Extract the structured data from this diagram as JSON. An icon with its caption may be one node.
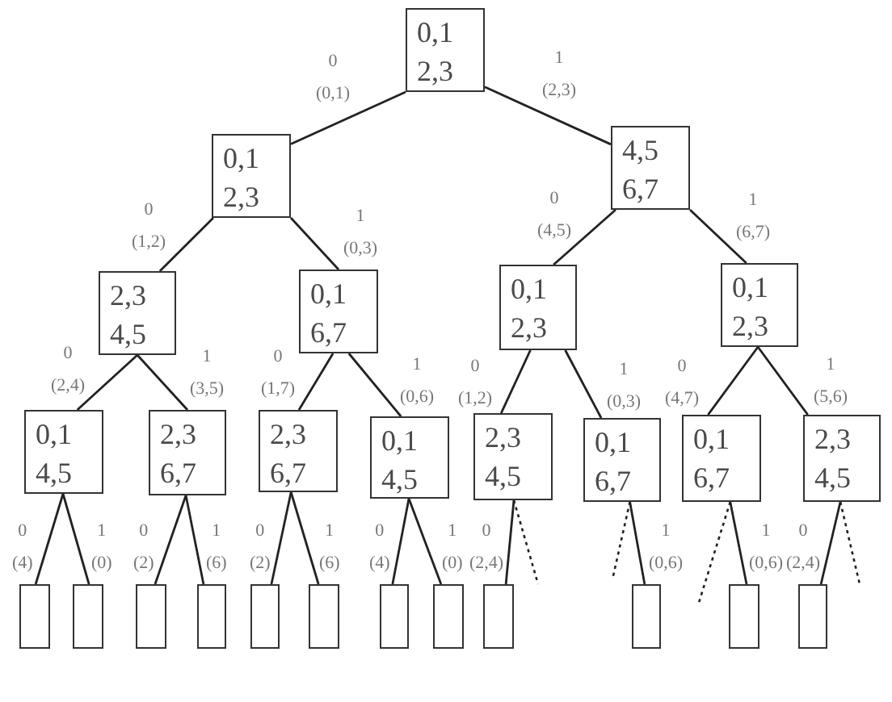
{
  "diagram": {
    "nodes": [
      {
        "text": [
          "0,1 2,3"
        ]
      },
      {
        "text": [
          "0,1 2,3"
        ]
      },
      {
        "text": [
          "4,5 6,7"
        ]
      },
      {
        "text": [
          "2,3 4,5"
        ]
      },
      {
        "text": [
          "0,1 6,7"
        ]
      },
      {
        "text": [
          "0,1 2,3"
        ]
      },
      {
        "text": [
          "0,1 2,3"
        ]
      },
      {
        "text": [
          "0,1 4,5"
        ]
      },
      {
        "text": [
          "2,3 6,7"
        ]
      },
      {
        "text": [
          "2,3 6,7"
        ]
      },
      {
        "text": [
          "0,1 4,5"
        ]
      },
      {
        "text": [
          "2,3 4,5"
        ]
      },
      {
        "text": [
          "0,1 6,7"
        ]
      },
      {
        "text": [
          "0,1 6,7"
        ]
      },
      {
        "text": [
          "2,3 4,5"
        ]
      },
      {
        "text": [],
        "shape": "box"
      },
      {
        "text": [],
        "shape": "box"
      },
      {
        "text": [],
        "shape": "box"
      },
      {
        "text": [],
        "shape": "box"
      },
      {
        "text": [],
        "shape": "box"
      },
      {
        "text": [],
        "shape": "box"
      },
      {
        "text": [],
        "shape": "box"
      },
      {
        "text": [],
        "shape": "box"
      },
      {
        "text": [],
        "shape": "box"
      },
      {
        "text": [],
        "shape": "box"
      },
      {
        "text": [],
        "shape": "box"
      },
      {
        "text": [],
        "shape": "box"
      }
    ],
    "edges": [
      {
        "from": 0,
        "to": 1,
        "arrow": "none",
        "label": "0 (0,1)"
      },
      {
        "from": 0,
        "to": 2,
        "arrow": "none",
        "label": "1 (2,3)"
      },
      {
        "from": 1,
        "to": 3,
        "arrow": "none",
        "label": "0 (1,2)"
      },
      {
        "from": 1,
        "to": 4,
        "arrow": "none",
        "label": "1 (0,3)"
      },
      {
        "from": 2,
        "to": 5,
        "arrow": "none",
        "label": "0 (4,5)"
      },
      {
        "from": 2,
        "to": 6,
        "arrow": "none",
        "label": "1 (6,7)"
      },
      {
        "from": 3,
        "to": 7,
        "arrow": "none",
        "label": "0 (2,4)"
      },
      {
        "from": 3,
        "to": 8,
        "arrow": "none",
        "label": "1 (3,5)"
      },
      {
        "from": 4,
        "to": 9,
        "arrow": "none",
        "label": "0 (1,7)"
      },
      {
        "from": 4,
        "to": 10,
        "arrow": "none",
        "label": "1 (0,6)"
      },
      {
        "from": 5,
        "to": 11,
        "arrow": "none",
        "label": "0 (1,2)"
      },
      {
        "from": 5,
        "to": 12,
        "arrow": "none",
        "label": "1 (0,3)"
      },
      {
        "from": 6,
        "to": 13,
        "arrow": "none",
        "label": "0 (4,7)"
      },
      {
        "from": 6,
        "to": 14,
        "arrow": "none",
        "label": "1 (5,6)"
      },
      {
        "from": 7,
        "to": 15,
        "arrow": "none",
        "label": "0 (4)"
      },
      {
        "from": 7,
        "to": 16,
        "arrow": "none",
        "label": "1 (0)"
      },
      {
        "from": 8,
        "to": 17,
        "arrow": "none",
        "label": "0 (2)"
      },
      {
        "from": 8,
        "to": 18,
        "arrow": "none",
        "label": "1 (6)"
      },
      {
        "from": 9,
        "to": 19,
        "arrow": "none",
        "label": "0 (2)"
      },
      {
        "from": 9,
        "to": 20,
        "arrow": "none",
        "label": "1 (6)"
      },
      {
        "from": 10,
        "to": 21,
        "arrow": "none",
        "label": "0 (4)"
      },
      {
        "from": 10,
        "to": 22,
        "arrow": "none",
        "label": "1 (0)"
      },
      {
        "from": 11,
        "to": 23,
        "arrow": "none",
        "label": "0 (2,4)"
      },
      {
        "from": 11,
        "to": null,
        "arrow": "none",
        "style": "dashed"
      },
      {
        "from": 12,
        "to": null,
        "arrow": "none",
        "style": "dashed"
      },
      {
        "from": 12,
        "to": 24,
        "arrow": "none",
        "label": "1 (0,6)"
      },
      {
        "from": 13,
        "to": null,
        "arrow": "none",
        "style": "dashed"
      },
      {
        "from": 13,
        "to": 25,
        "arrow": "none",
        "label": "1 (0,6)"
      },
      {
        "from": 14,
        "to": 26,
        "arrow": "none",
        "label": "0 (2,4)"
      },
      {
        "from": 14,
        "to": null,
        "arrow": "none",
        "style": "dashed"
      }
    ]
  }
}
